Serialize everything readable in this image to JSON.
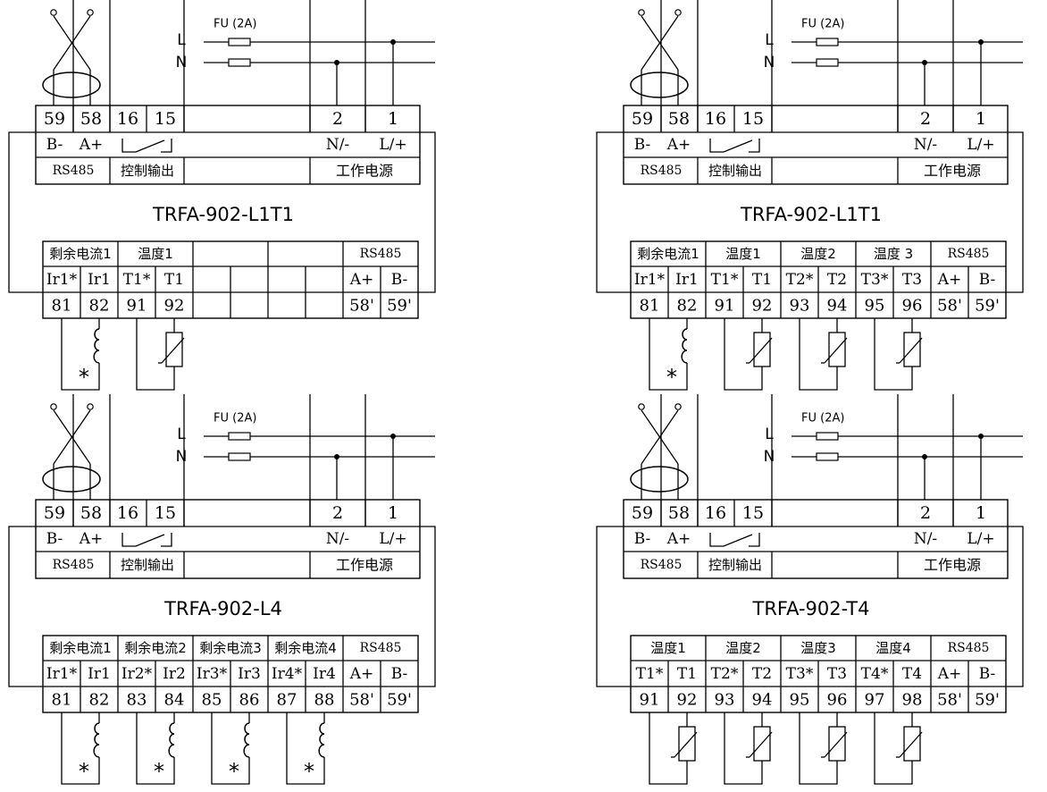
{
  "diagrams": [
    {
      "model": "TRFA-902-L1T1",
      "bottom_groups": [
        {
          "label": "剩余电流1",
          "slots": 2
        },
        {
          "label": "温度1",
          "slots": 2
        },
        {
          "label": "",
          "slots": 2
        },
        {
          "label": "",
          "slots": 2
        },
        {
          "label": "RS485",
          "slots": 2
        }
      ],
      "bottom_signals": [
        "Ir1*",
        "Ir1",
        "T1*",
        "T1",
        "",
        "",
        "",
        "",
        "A+",
        "B-"
      ],
      "bottom_terminals": [
        "81",
        "82",
        "91",
        "92",
        "",
        "",
        "",
        "",
        "58'",
        "59'"
      ],
      "sensors": [
        {
          "type": "ct",
          "from": 0
        },
        {
          "type": "thermistor",
          "from": 2
        }
      ]
    },
    {
      "model": "TRFA-902-L1T1",
      "bottom_groups": [
        {
          "label": "剩余电流1",
          "slots": 2
        },
        {
          "label": "温度1",
          "slots": 2
        },
        {
          "label": "温度2",
          "slots": 2
        },
        {
          "label": "温度 3",
          "slots": 2
        },
        {
          "label": "RS485",
          "slots": 2
        }
      ],
      "bottom_signals": [
        "Ir1*",
        "Ir1",
        "T1*",
        "T1",
        "T2*",
        "T2",
        "T3*",
        "T3",
        "A+",
        "B-"
      ],
      "bottom_terminals": [
        "81",
        "82",
        "91",
        "92",
        "93",
        "94",
        "95",
        "96",
        "58'",
        "59'"
      ],
      "sensors": [
        {
          "type": "ct",
          "from": 0
        },
        {
          "type": "thermistor",
          "from": 2
        },
        {
          "type": "thermistor",
          "from": 4
        },
        {
          "type": "thermistor",
          "from": 6
        }
      ]
    },
    {
      "model": "TRFA-902-L4",
      "bottom_groups": [
        {
          "label": "剩余电流1",
          "slots": 2
        },
        {
          "label": "剩余电流2",
          "slots": 2
        },
        {
          "label": "剩余电流3",
          "slots": 2
        },
        {
          "label": "剩余电流4",
          "slots": 2
        },
        {
          "label": "RS485",
          "slots": 2
        }
      ],
      "bottom_signals": [
        "Ir1*",
        "Ir1",
        "Ir2*",
        "Ir2",
        "Ir3*",
        "Ir3",
        "Ir4*",
        "Ir4",
        "A+",
        "B-"
      ],
      "bottom_terminals": [
        "81",
        "82",
        "83",
        "84",
        "85",
        "86",
        "87",
        "88",
        "58'",
        "59'"
      ],
      "sensors": [
        {
          "type": "ct",
          "from": 0
        },
        {
          "type": "ct",
          "from": 2
        },
        {
          "type": "ct",
          "from": 4
        },
        {
          "type": "ct",
          "from": 6
        }
      ]
    },
    {
      "model": "TRFA-902-T4",
      "bottom_groups": [
        {
          "label": "温度1",
          "slots": 2
        },
        {
          "label": "温度2",
          "slots": 2
        },
        {
          "label": "温度3",
          "slots": 2
        },
        {
          "label": "温度4",
          "slots": 2
        },
        {
          "label": "RS485",
          "slots": 2
        }
      ],
      "bottom_signals": [
        "T1*",
        "T1",
        "T2*",
        "T2",
        "T3*",
        "T3",
        "T4*",
        "T4",
        "A+",
        "B-"
      ],
      "bottom_terminals": [
        "91",
        "92",
        "93",
        "94",
        "95",
        "96",
        "97",
        "98",
        "58'",
        "59'"
      ],
      "sensors": [
        {
          "type": "thermistor",
          "from": 0
        },
        {
          "type": "thermistor",
          "from": 2
        },
        {
          "type": "thermistor",
          "from": 4
        },
        {
          "type": "thermistor",
          "from": 6
        }
      ]
    }
  ],
  "common": {
    "fuse_label": "FU (2A)",
    "line_L": "L",
    "line_N": "N",
    "top_terminals": [
      "59",
      "58",
      "16",
      "15",
      "2",
      "1"
    ],
    "top_signals": [
      "B-",
      "A+",
      "N/-",
      "L/+"
    ],
    "rs485_label": "RS485",
    "output_label": "控制输出",
    "power_label": "工作电源",
    "ct_marker": "*"
  }
}
